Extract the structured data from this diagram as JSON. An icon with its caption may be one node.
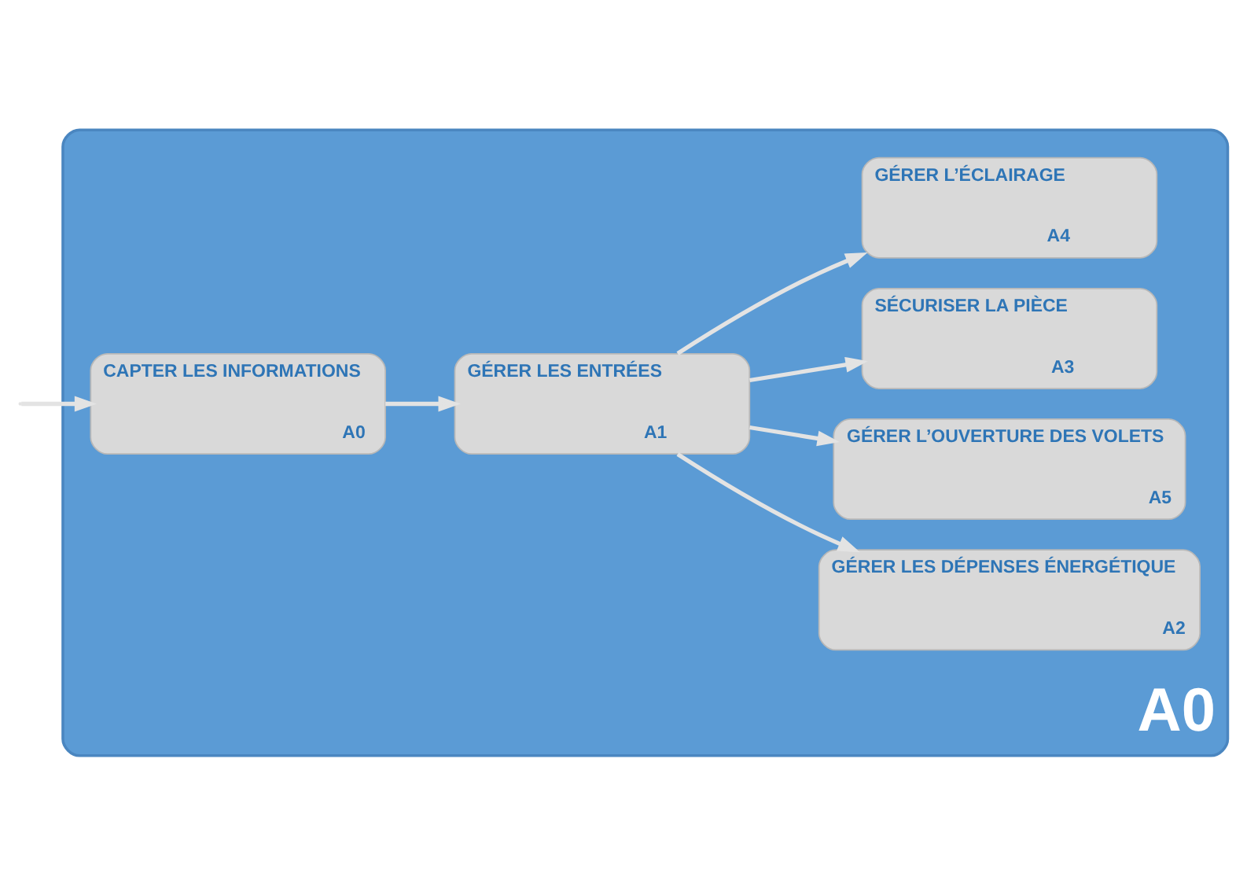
{
  "diagram": {
    "nodes": [
      {
        "text": [
          "A0"
        ]
      },
      {
        "text": [
          "CAPTER LES INFORMATIONS",
          "A0"
        ],
        "in": 0
      },
      {
        "text": [
          "GÉRER LES ENTRÉES",
          "A1"
        ],
        "in": 0
      },
      {
        "text": [
          "GÉRER L’ÉCLAIRAGE",
          "A4"
        ],
        "in": 0
      },
      {
        "text": [
          "SÉCURISER LA PIÈCE",
          "A3"
        ],
        "in": 0
      },
      {
        "text": [
          "GÉRER L’OUVERTURE DES VOLETS",
          "A5"
        ],
        "in": 0
      },
      {
        "text": [
          "GÉRER LES DÉPENSES ÉNERGÉTIQUE",
          "A2"
        ],
        "in": 0
      }
    ],
    "edges": [
      {
        "from": null,
        "to": 1,
        "arrow": "to"
      },
      {
        "from": 1,
        "to": 2,
        "arrow": "to"
      },
      {
        "from": 2,
        "to": 3,
        "arrow": "to"
      },
      {
        "from": 2,
        "to": 4,
        "arrow": "to"
      },
      {
        "from": 2,
        "to": 5,
        "arrow": "to"
      },
      {
        "from": 2,
        "to": 6,
        "arrow": "to"
      }
    ]
  }
}
